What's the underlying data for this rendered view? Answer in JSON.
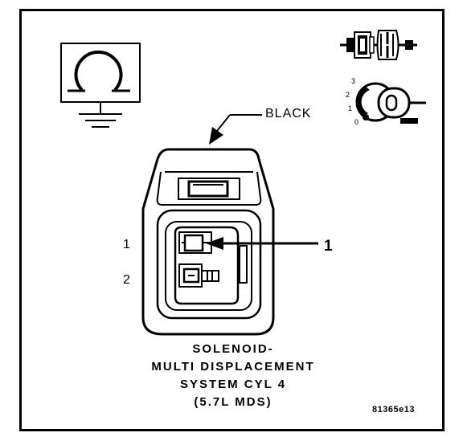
{
  "connector": {
    "wire_color_label": "BLACK",
    "pin_numbers": [
      "1",
      "2"
    ],
    "callout_number": "1"
  },
  "ignition_key": {
    "positions": [
      "3",
      "2",
      "1",
      "0"
    ]
  },
  "title_lines": [
    "SOLENOID-",
    "MULTI DISPLACEMENT",
    "SYSTEM CYL 4",
    "(5.7L MDS)"
  ],
  "figure_id": "81365e13",
  "icons": [
    "ohmmeter-ground-icon",
    "connector-disconnect-icon",
    "ignition-key-icon"
  ]
}
